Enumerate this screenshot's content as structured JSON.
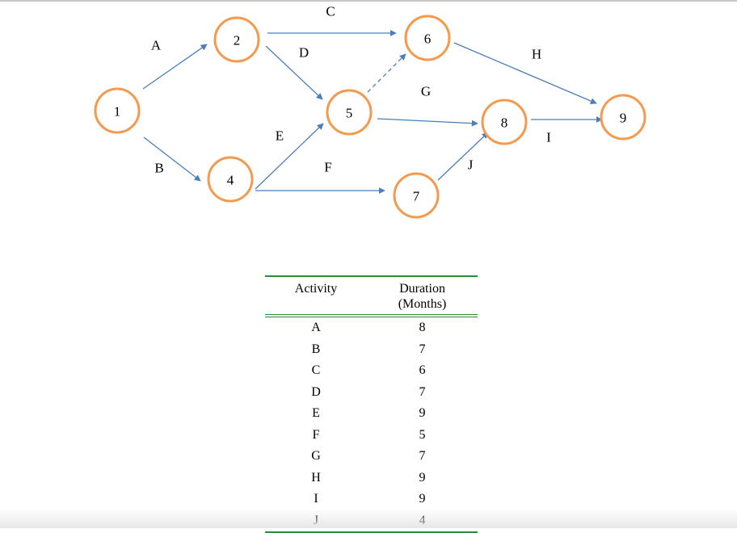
{
  "network": {
    "nodes": [
      {
        "id": "1",
        "label": "1"
      },
      {
        "id": "2",
        "label": "2"
      },
      {
        "id": "4",
        "label": "4"
      },
      {
        "id": "5",
        "label": "5"
      },
      {
        "id": "6",
        "label": "6"
      },
      {
        "id": "7",
        "label": "7"
      },
      {
        "id": "8",
        "label": "8"
      },
      {
        "id": "9",
        "label": "9"
      }
    ],
    "edges": [
      {
        "label": "A",
        "from": "1",
        "to": "2",
        "dashed": false
      },
      {
        "label": "B",
        "from": "1",
        "to": "4",
        "dashed": false
      },
      {
        "label": "C",
        "from": "2",
        "to": "6",
        "dashed": false
      },
      {
        "label": "D",
        "from": "2",
        "to": "5",
        "dashed": false
      },
      {
        "label": "E",
        "from": "4",
        "to": "5",
        "dashed": false
      },
      {
        "label": "F",
        "from": "4",
        "to": "7",
        "dashed": false
      },
      {
        "label": "G",
        "from": "5",
        "to": "8",
        "dashed": false
      },
      {
        "label": "H",
        "from": "6",
        "to": "9",
        "dashed": false
      },
      {
        "label": "I",
        "from": "8",
        "to": "9",
        "dashed": false
      },
      {
        "label": "J",
        "from": "7",
        "to": "8",
        "dashed": false
      },
      {
        "label": "",
        "from": "5",
        "to": "6",
        "dashed": true
      }
    ],
    "colors": {
      "node_border": "#f39a4f",
      "arrow": "#4a7ebb"
    }
  },
  "table": {
    "headers": {
      "activity": "Activity",
      "duration_line1": "Duration",
      "duration_line2": "(Months)"
    },
    "rows": [
      {
        "activity": "A",
        "duration": "8"
      },
      {
        "activity": "B",
        "duration": "7"
      },
      {
        "activity": "C",
        "duration": "6"
      },
      {
        "activity": "D",
        "duration": "7"
      },
      {
        "activity": "E",
        "duration": "9"
      },
      {
        "activity": "F",
        "duration": "5"
      },
      {
        "activity": "G",
        "duration": "7"
      },
      {
        "activity": "H",
        "duration": "9"
      },
      {
        "activity": "I",
        "duration": "9"
      },
      {
        "activity": "J",
        "duration": "4"
      }
    ],
    "rule_color": "#2e8b3a"
  }
}
